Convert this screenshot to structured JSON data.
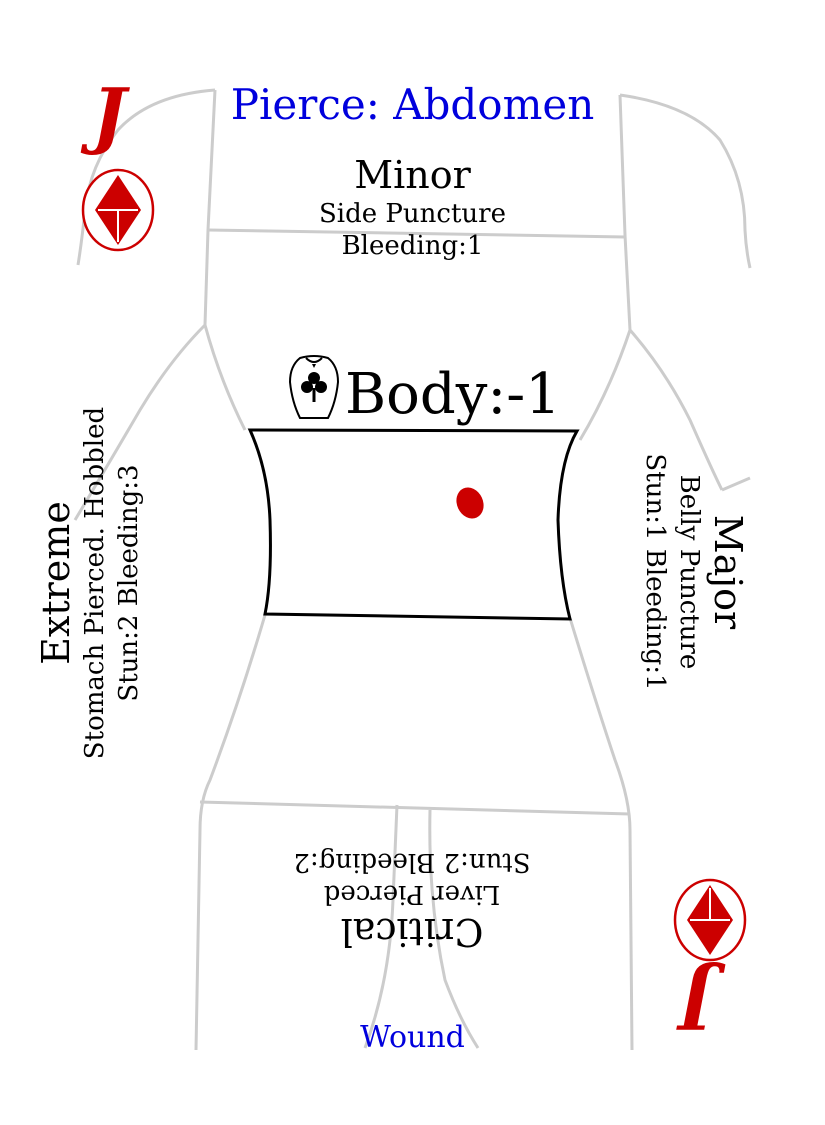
{
  "card": {
    "title": "Pierce: Abdomen",
    "rank": "J",
    "suit_icon": "diamond-icon",
    "colors": {
      "title": "#0000dd",
      "rank": "#cc0000",
      "wound_dot": "#cc0000",
      "outline": "#cccccc"
    },
    "minor": {
      "heading": "Minor",
      "effect": "Side Puncture",
      "stats": "Bleeding:1"
    },
    "body_modifier": {
      "icon": "torso-club-icon",
      "label": "Body:-1"
    },
    "major": {
      "heading": "Major",
      "effect": "Belly Puncture",
      "stats": "Stun:1 Bleeding:1"
    },
    "extreme": {
      "heading": "Extreme",
      "effect": "Stomach Pierced. Hobbled",
      "stats": "Stun:2 Bleeding:3"
    },
    "critical": {
      "heading": "Critical",
      "effect": "Liver Pierced",
      "stats": "Stun:2 Bleeding:2"
    },
    "footer": "Wound"
  }
}
